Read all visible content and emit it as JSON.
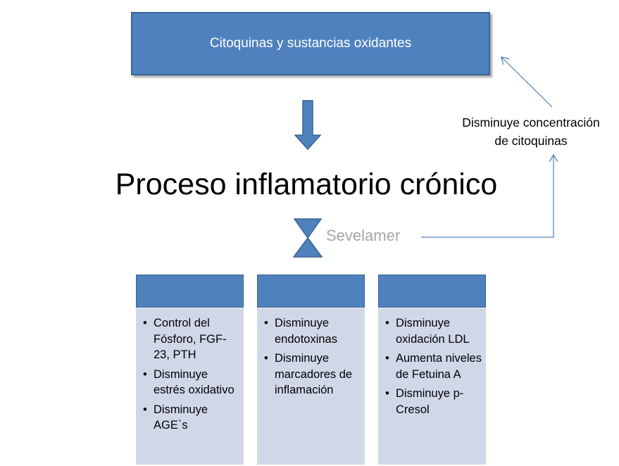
{
  "top_box": {
    "label": "Citoquinas y sustancias oxidantes"
  },
  "main_title": "Proceso inflamatorio crónico",
  "agent_label": "Sevelamer",
  "feedback_note": {
    "line1": "Disminuye concentración",
    "line2": "de citoquinas"
  },
  "columns": [
    {
      "items": [
        "Control del Fósforo, FGF-23, PTH",
        "Disminuye estrés oxidativo",
        "Disminuye AGE`s"
      ]
    },
    {
      "items": [
        "Disminuye endotoxinas",
        "Disminuye marcadores de inflamación"
      ]
    },
    {
      "items": [
        "Disminuye oxidación LDL",
        "Aumenta niveles de Fetuina A",
        "Disminuye p-Cresol"
      ]
    }
  ],
  "colors": {
    "box_blue": "#4f81bd",
    "box_border": "#3a6394",
    "body_fill": "#d0d8e8",
    "arrow_line": "#4f81bd",
    "agent_text": "#a6a6a6"
  }
}
